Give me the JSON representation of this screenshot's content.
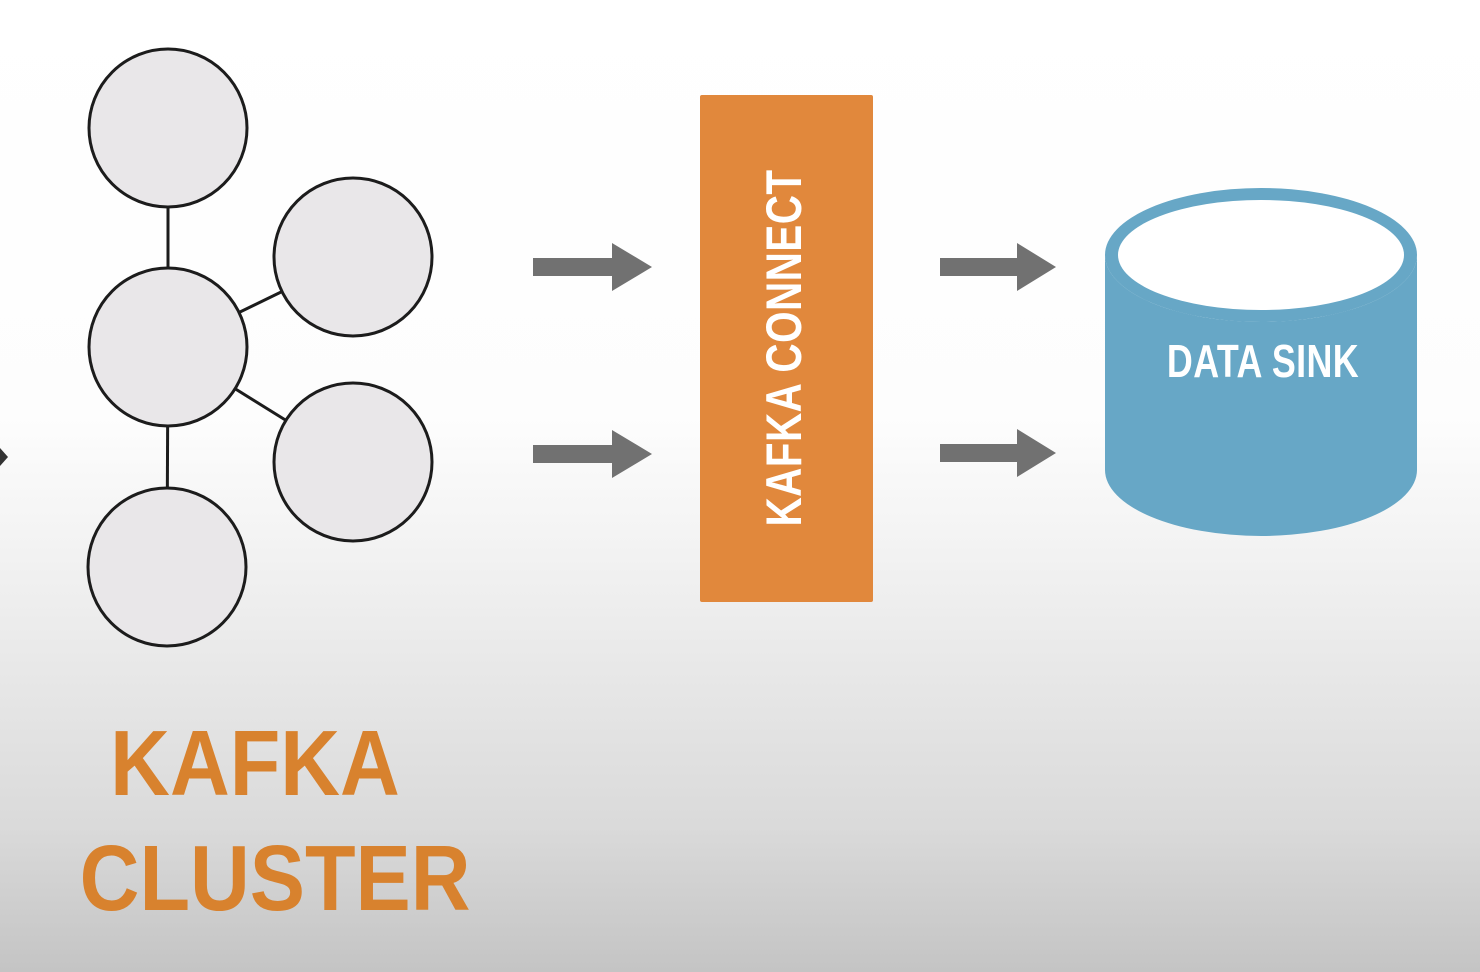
{
  "labels": {
    "connect_box": "KAFKA CONNECT",
    "data_sink": "DATA SINK",
    "cluster_title_line1": "KAFKA",
    "cluster_title_line2": "CLUSTER"
  },
  "cluster": {
    "node_count": 5,
    "edge_pairs": [
      [
        0,
        2
      ],
      [
        1,
        2
      ],
      [
        2,
        3
      ],
      [
        2,
        4
      ]
    ]
  },
  "arrows": {
    "count": 4,
    "direction": "right"
  },
  "colors": {
    "connect_box_orange": "#E1883C",
    "cluster_title_orange": "#D8822E",
    "data_sink_blue": "#67A7C6",
    "arrow_gray": "#717171",
    "node_fill": "#E9E7E9",
    "node_stroke": "#1C1C1C",
    "background_top": "#FFFFFF",
    "background_bottom": "#C4C4C4"
  }
}
